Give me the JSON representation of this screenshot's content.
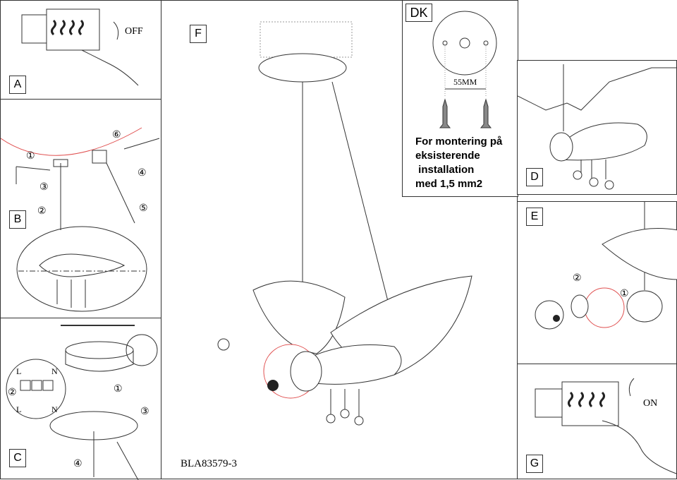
{
  "panels": {
    "a": {
      "label": "A",
      "switch_state": "OFF"
    },
    "b": {
      "label": "B",
      "steps": [
        "①",
        "②",
        "③",
        "④",
        "⑤",
        "⑥"
      ]
    },
    "c": {
      "label": "C",
      "steps": [
        "①",
        "②",
        "③",
        "④"
      ],
      "terminals": [
        "L",
        "N",
        "L",
        "N"
      ]
    },
    "f": {
      "label": "F",
      "model": "BLA83579-3"
    },
    "dk": {
      "label": "DK",
      "dimension": "55MM",
      "note": "For montering på\neksisterende\n installation\nmed 1,5 mm2"
    },
    "d": {
      "label": "D"
    },
    "e": {
      "label": "E",
      "steps": [
        "①",
        "②"
      ]
    },
    "g": {
      "label": "G",
      "switch_state": "ON"
    }
  },
  "colors": {
    "line": "#333333",
    "accent": "#e05050"
  }
}
